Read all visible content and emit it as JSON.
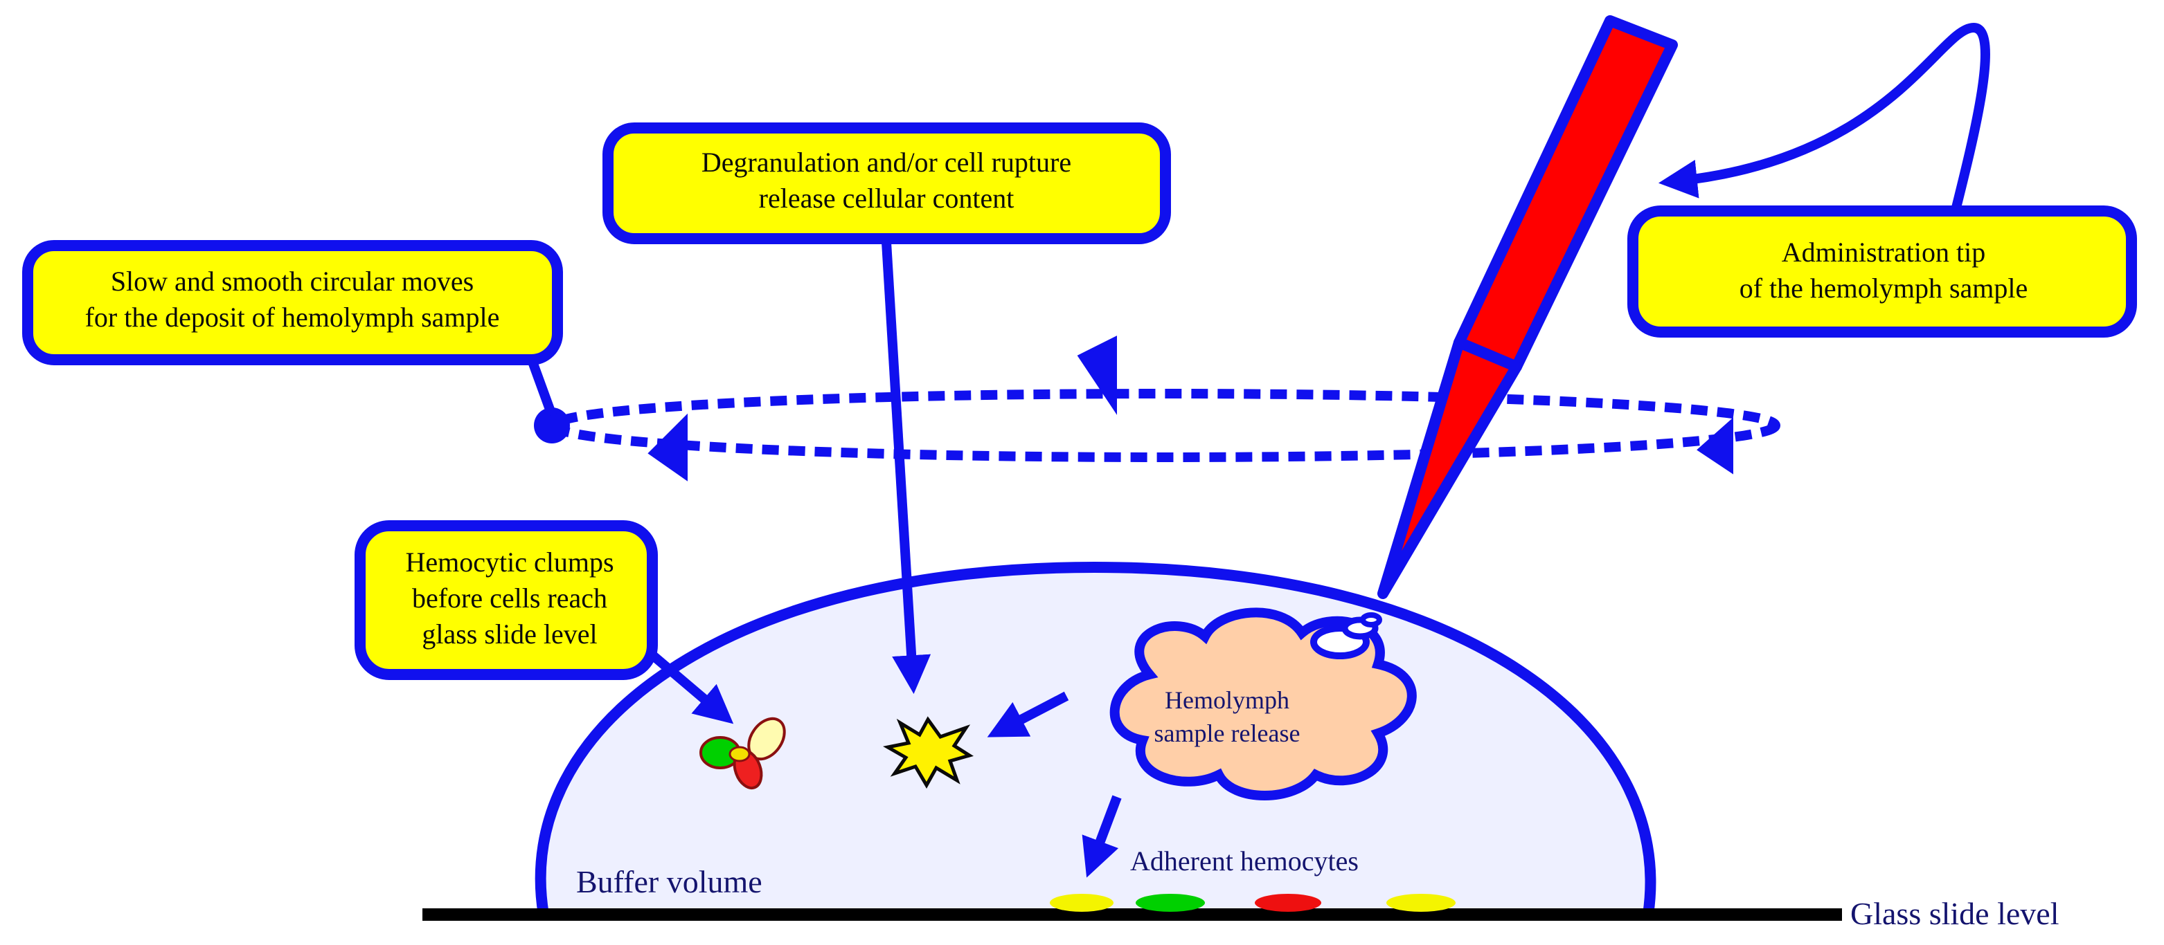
{
  "labels": {
    "slow_moves_line1": "Slow and smooth circular moves",
    "slow_moves_line2": "for the deposit of hemolymph sample",
    "degranulation_line1": "Degranulation and/or cell rupture",
    "degranulation_line2": "release cellular content",
    "admin_tip_line1": "Administration tip",
    "admin_tip_line2": "of the hemolymph sample",
    "clumps_line1": "Hemocytic clumps",
    "clumps_line2": "before cells reach",
    "clumps_line3": "glass slide level",
    "cloud_line1": "Hemolymph",
    "cloud_line2": "sample release",
    "adherent": "Adherent hemocytes",
    "buffer": "Buffer volume",
    "glass_slide": "Glass slide level"
  },
  "colors": {
    "outline_blue": "#1010ee",
    "callout_fill": "#ffff00",
    "buffer_fill": "#eef0ff",
    "tip_fill": "#ff0000",
    "cloud_fill": "#ffcfa8",
    "slide_line": "#000000",
    "cell_yellow": "#f4f400",
    "cell_green": "#00d000",
    "cell_red": "#ee1010"
  }
}
